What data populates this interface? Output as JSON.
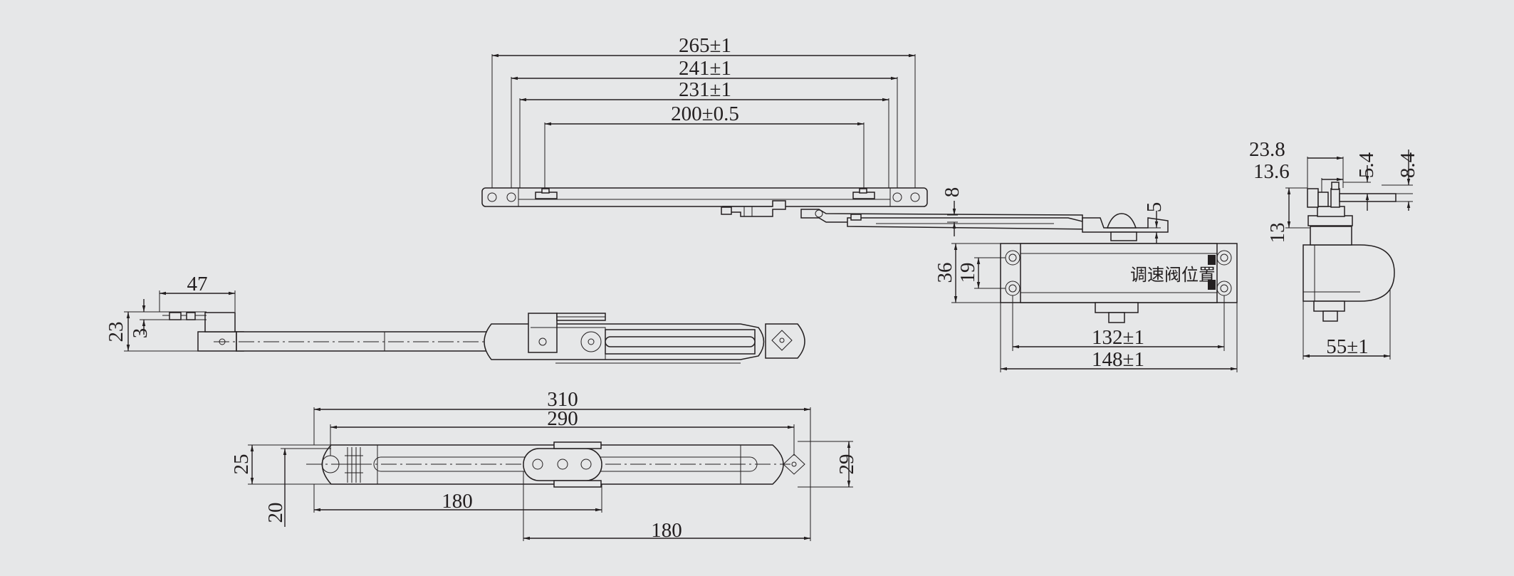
{
  "colors": {
    "background": "#e6e7e8",
    "line": "#231f20"
  },
  "top_view": {
    "dim_overall": "265±1",
    "dim_bracket_outer": "241±1",
    "dim_bracket_inner": "231±1",
    "dim_screw_span": "200±0.5",
    "dim_arm_thickness": "8",
    "dim_pin_offset": "5"
  },
  "body_front": {
    "label": "调速阀位置",
    "dim_height": "36",
    "dim_hole_spacing": "19",
    "dim_hole_span": "132±1",
    "dim_length": "148±1"
  },
  "side_view": {
    "dim_arm_reach": "23.8",
    "dim_pin_reach": "13.6",
    "dim_pin_height": "5.4",
    "dim_arm_height": "8.4",
    "dim_arm_drop": "13",
    "dim_width": "55±1"
  },
  "arm_elevation": {
    "dim_shoe_width": "47",
    "dim_height": "23",
    "dim_offset": "3"
  },
  "arm_plan": {
    "dim_overall": "310",
    "dim_holes": "290",
    "dim_left_segment": "180",
    "dim_right_segment": "180",
    "dim_width_left": "25",
    "dim_offset_left": "20",
    "dim_width_right": "29"
  }
}
